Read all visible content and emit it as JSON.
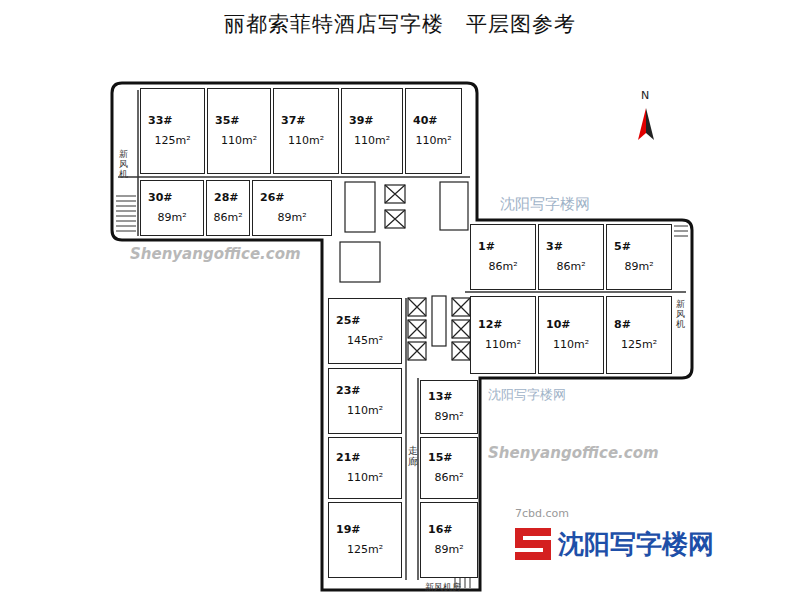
{
  "diagram": {
    "title": "丽都索菲特酒店写字楼　平层图参考",
    "nodes": [
      {
        "text": [
          "33#",
          "125m²"
        ]
      },
      {
        "text": [
          "35#",
          "110m²"
        ]
      },
      {
        "text": [
          "37#",
          "110m²"
        ]
      },
      {
        "text": [
          "39#",
          "110m²"
        ]
      },
      {
        "text": [
          "40#",
          "110m²"
        ]
      },
      {
        "text": [
          "30#",
          "89m²"
        ]
      },
      {
        "text": [
          "28#",
          "86m²"
        ]
      },
      {
        "text": [
          "26#",
          "89m²"
        ]
      },
      {
        "text": [
          "1#",
          "86m²"
        ]
      },
      {
        "text": [
          "3#",
          "86m²"
        ]
      },
      {
        "text": [
          "5#",
          "89m²"
        ]
      },
      {
        "text": [
          "12#",
          "110m²"
        ]
      },
      {
        "text": [
          "10#",
          "110m²"
        ]
      },
      {
        "text": [
          "8#",
          "125m²"
        ]
      },
      {
        "text": [
          "25#",
          "145m²"
        ]
      },
      {
        "text": [
          "23#",
          "110m²"
        ]
      },
      {
        "text": [
          "13#",
          "89m²"
        ]
      },
      {
        "text": [
          "21#",
          "110m²"
        ]
      },
      {
        "text": [
          "15#",
          "86m²"
        ]
      },
      {
        "text": [
          "19#",
          "125m²"
        ]
      },
      {
        "text": [
          "16#",
          "89m²"
        ]
      }
    ],
    "labels": [
      "N",
      "新风机",
      "走廊",
      "新风机房",
      "新风机",
      "Shenyangoffice.com",
      "沈阳写字楼网",
      "Shenyangoffice.com",
      "沈阳写字楼网",
      "7cbd.com",
      "沈阳写字楼网"
    ]
  }
}
